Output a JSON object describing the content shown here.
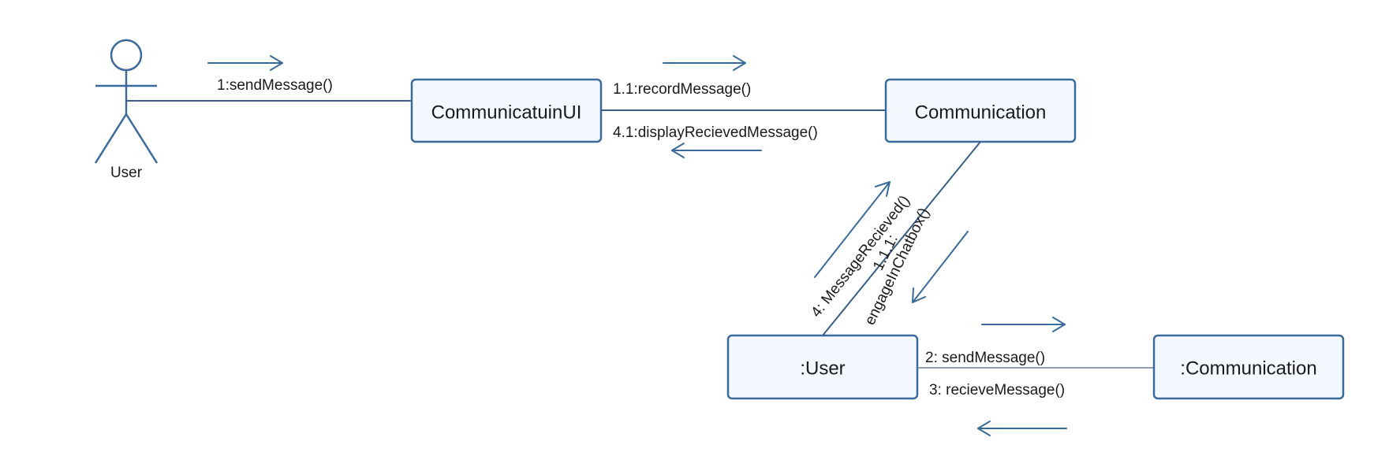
{
  "actor": {
    "label": "User"
  },
  "objects": [
    {
      "id": "communicatuin-ui",
      "label": "CommunicatuinUI"
    },
    {
      "id": "communication",
      "label": "Communication"
    },
    {
      "id": "user-object",
      "label": ":User"
    },
    {
      "id": "communication-object",
      "label": ":Communication"
    }
  ],
  "messages": {
    "send_message_1": "1:sendMessage()",
    "record_message": "1.1:recordMessage()",
    "display_received": "4.1:displayRecievedMessage()",
    "message_received": "4: MessageRecieved()",
    "engage_chatbox_line1": "1.1.1:",
    "engage_chatbox_line2": "engageInChatbox()",
    "send_message_2": "2: sendMessage()",
    "receive_message": "3: recieveMessage()"
  },
  "colors": {
    "box_fill": "#f2f8fd",
    "box_stroke": "#3a6a9a",
    "line": "#3a5f86"
  }
}
